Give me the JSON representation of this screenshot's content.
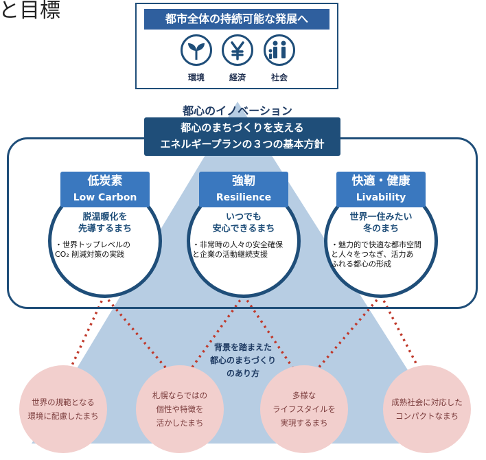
{
  "corner_text": "と目標",
  "goal": {
    "title": "都市全体の持続可能な発展へ",
    "icons": [
      {
        "icon": "sprout-icon",
        "label": "環境"
      },
      {
        "icon": "yen-icon",
        "label": "経済"
      },
      {
        "icon": "people-icon",
        "label": "社会"
      }
    ]
  },
  "innovation_label": "都心のイノベーション",
  "policy_box": [
    "都心のまちづくりを支える",
    "エネルギープランの３つの基本方針"
  ],
  "pillars": [
    {
      "jp": "低炭素",
      "en": "Low Carbon",
      "sub": [
        "脱温暖化を",
        "先導するまち"
      ],
      "bullet": [
        "・世界トップレベルの",
        "CO₂ 削減対策の実践"
      ]
    },
    {
      "jp": "強靭",
      "en": "Resilience",
      "sub": [
        "いつでも",
        "安心できるまち"
      ],
      "bullet": [
        "・非常時の人々の安全確保",
        "と企業の活動継続支援"
      ]
    },
    {
      "jp": "快適・健康",
      "en": "Livability",
      "sub": [
        "世界一住みたい",
        "冬のまち"
      ],
      "bullet": [
        "・魅力的で快適な都市空間",
        "と人々をつなぎ、活力あ",
        "ふれる都心の形成"
      ]
    }
  ],
  "background_label": [
    "背景を踏まえた",
    "都心のまちづくり",
    "のあり方"
  ],
  "foundations": [
    [
      "世界の規範となる",
      "環境に配慮したまち"
    ],
    [
      "札幌ならではの",
      "個性や特徴を",
      "活かしたまち"
    ],
    [
      "多様な",
      "ライフスタイルを",
      "実現するまち"
    ],
    [
      "成熟社会に対応した",
      "コンパクトなまち"
    ]
  ],
  "colors": {
    "navy": "#1f4e79",
    "blue": "#3a78bf",
    "triangle": "#b7cde3",
    "pink": "#f2cfcd",
    "dotted": "#c0392b"
  }
}
